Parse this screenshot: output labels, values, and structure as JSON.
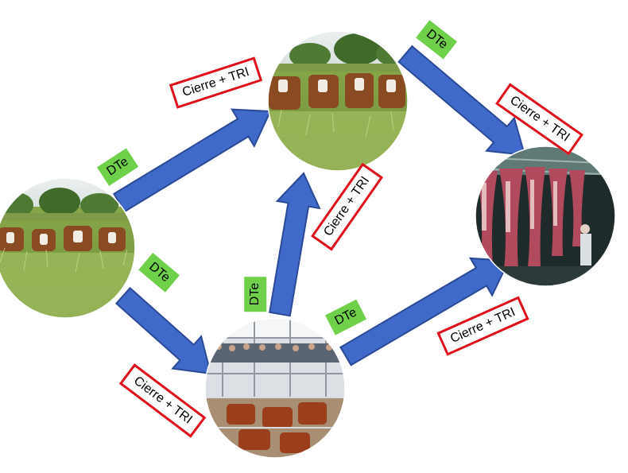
{
  "diagram": {
    "nodes": [
      {
        "id": "farm-left",
        "kind": "cattle-field"
      },
      {
        "id": "farm-top",
        "kind": "cattle-field"
      },
      {
        "id": "auction",
        "kind": "livestock-auction"
      },
      {
        "id": "slaughterhouse",
        "kind": "meat-processing"
      }
    ],
    "edges": [
      {
        "from": "farm-left",
        "to": "farm-top",
        "doc_label": "DTe",
        "closure_label": "Cierre + TRI"
      },
      {
        "from": "farm-left",
        "to": "auction",
        "doc_label": "DTe",
        "closure_label": "Cierre + TRI"
      },
      {
        "from": "auction",
        "to": "farm-top",
        "doc_label": "DTe",
        "closure_label": "Cierre + TRI"
      },
      {
        "from": "farm-top",
        "to": "slaughterhouse",
        "doc_label": "DTe",
        "closure_label": "Cierre + TRI"
      },
      {
        "from": "auction",
        "to": "slaughterhouse",
        "doc_label": "DTe",
        "closure_label": "Cierre + TRI"
      }
    ]
  },
  "colors": {
    "arrow_fill": "#3f6ac9",
    "arrow_stroke": "#2a4a96",
    "doc_label_bg": "#6fd04a",
    "closure_border": "#e0101a"
  }
}
